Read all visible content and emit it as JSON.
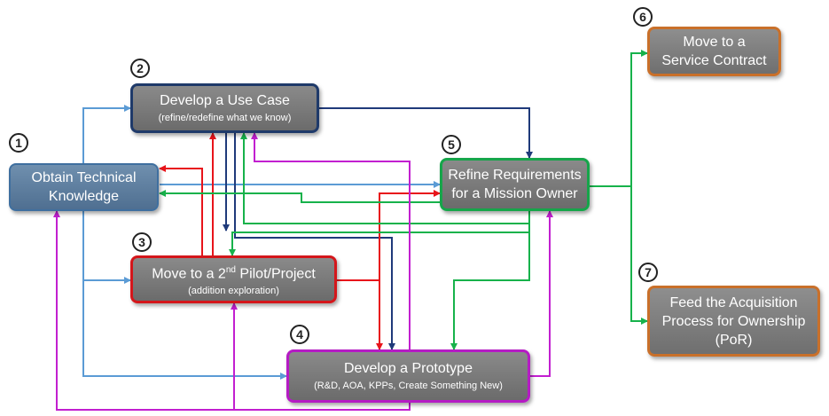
{
  "badges": {
    "b1": "1",
    "b2": "2",
    "b3": "3",
    "b4": "4",
    "b5": "5",
    "b6": "6",
    "b7": "7"
  },
  "boxes": {
    "obtain": {
      "line1": "Obtain Technical",
      "line2": "Knowledge"
    },
    "usecase": {
      "title": "Develop a Use Case",
      "sub": "(refine/redefine what we know)"
    },
    "pilot": {
      "title_pre": "Move to a 2",
      "title_sup": "nd",
      "title_post": " Pilot/Project",
      "sub": "(addition exploration)"
    },
    "prototype": {
      "title": "Develop a Prototype",
      "sub": "(R&D, AOA, KPPs, Create Something New)"
    },
    "refine": {
      "line1": "Refine Requirements",
      "line2": "for a Mission Owner"
    },
    "service": {
      "line1": "Move to a",
      "line2": "Service Contract"
    },
    "acq": {
      "line1": "Feed the Acquisition",
      "line2": "Process for Ownership",
      "line3": "(PoR)"
    }
  },
  "colors": {
    "blue": "#5b9bd5",
    "navy": "#1f3a7a",
    "red": "#e8141b",
    "green": "#17b24b",
    "purple": "#c21fd0"
  }
}
